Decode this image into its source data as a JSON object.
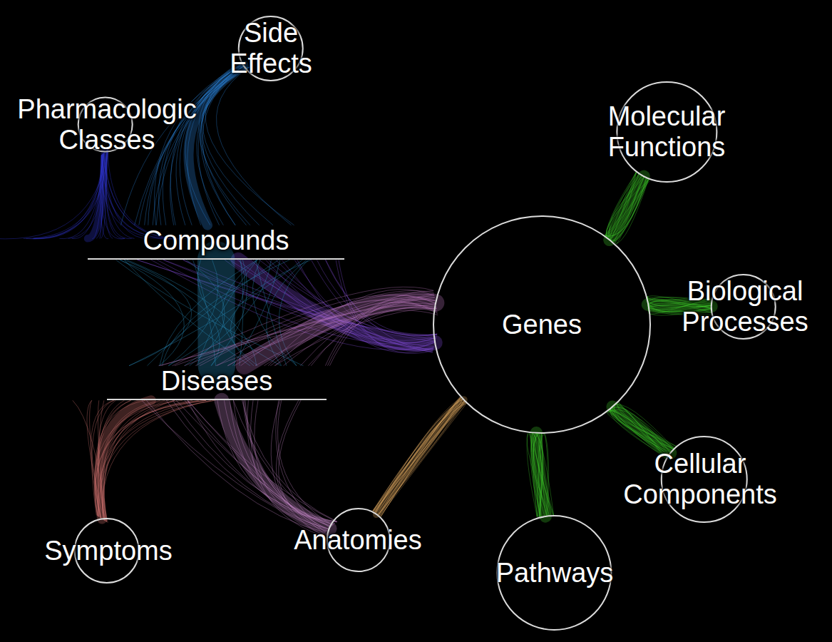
{
  "diagram": {
    "nodes": [
      {
        "text": [
          "Side Effects"
        ]
      },
      {
        "text": [
          "Pharmacologic Classes"
        ]
      },
      {
        "text": [
          "Molecular Functions"
        ]
      },
      {
        "text": [
          "Compounds"
        ]
      },
      {
        "text": [
          "Biological Processes"
        ]
      },
      {
        "text": [
          "Genes"
        ]
      },
      {
        "text": [
          "Diseases"
        ]
      },
      {
        "text": [
          "Cellular Components"
        ]
      },
      {
        "text": [
          "Anatomies"
        ]
      },
      {
        "text": [
          "Symptoms"
        ]
      },
      {
        "text": [
          "Pathways"
        ]
      }
    ],
    "edges": [
      {
        "from": 3,
        "to": 0,
        "arrow": "none"
      },
      {
        "from": 1,
        "to": 3,
        "arrow": "none"
      },
      {
        "from": 3,
        "to": 5,
        "arrow": "none"
      },
      {
        "from": 3,
        "to": 6,
        "arrow": "none"
      },
      {
        "from": 6,
        "to": 9,
        "arrow": "none"
      },
      {
        "from": 6,
        "to": 8,
        "arrow": "none"
      },
      {
        "from": 6,
        "to": 5,
        "arrow": "none"
      },
      {
        "from": 8,
        "to": 5,
        "arrow": "none"
      },
      {
        "from": 5,
        "to": 2,
        "arrow": "none"
      },
      {
        "from": 5,
        "to": 4,
        "arrow": "none"
      },
      {
        "from": 5,
        "to": 7,
        "arrow": "none"
      },
      {
        "from": 5,
        "to": 10,
        "arrow": "none"
      }
    ]
  }
}
